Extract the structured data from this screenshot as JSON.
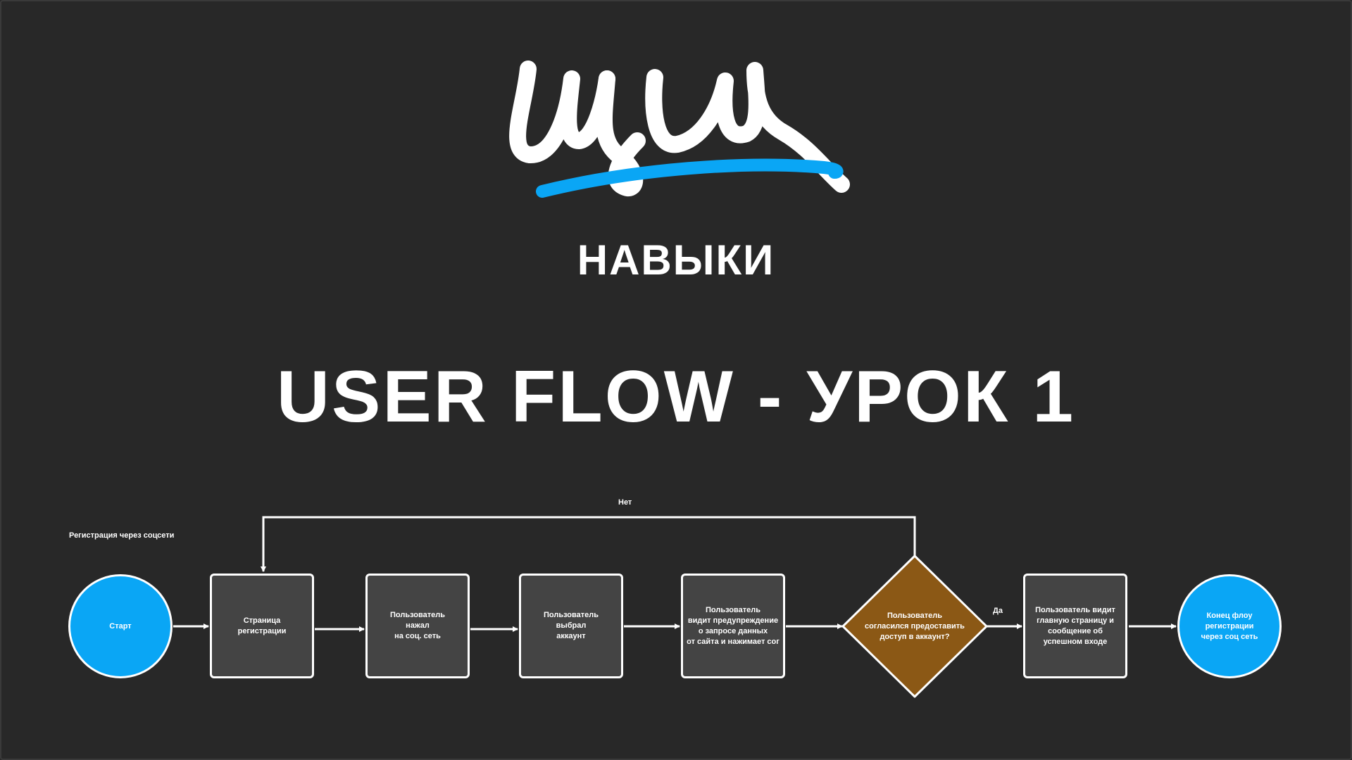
{
  "logo": {
    "text": "изи",
    "accent_color": "#0aa6f5"
  },
  "brand": "НАВЫКИ",
  "title": "USER FLOW - УРОК 1",
  "diagram": {
    "caption": "Регистрация через соцсети",
    "nodes": [
      {
        "id": "start",
        "shape": "circle",
        "text": "Старт",
        "color": "#0aa6f5"
      },
      {
        "id": "reg-page",
        "shape": "box",
        "text": "Страница\nрегистрации",
        "color": "#444444"
      },
      {
        "id": "clicked-social",
        "shape": "box",
        "text": "Пользователь\nнажал\nна соц. сеть",
        "color": "#444444"
      },
      {
        "id": "chose-account",
        "shape": "box",
        "text": "Пользователь\nвыбрал\nаккаунт",
        "color": "#444444"
      },
      {
        "id": "sees-warning",
        "shape": "box",
        "text": "Пользователь\nвидит предупреждение\nо запросе данных\nот сайта и нажимает сог",
        "color": "#444444"
      },
      {
        "id": "decision",
        "shape": "diamond",
        "text": "Пользователь\nсогласился предоставить\nдоступ в аккаунт?",
        "color": "#8b5815"
      },
      {
        "id": "success",
        "shape": "box",
        "text": "Пользователь видит\nглавную страницу и\nсообщение об\nуспешном входе",
        "color": "#444444"
      },
      {
        "id": "end",
        "shape": "circle",
        "text": "Конец флоу\nрегистрации\nчерез соц сеть",
        "color": "#0aa6f5"
      }
    ],
    "edge_labels": {
      "no": "Нет",
      "yes": "Да"
    }
  }
}
